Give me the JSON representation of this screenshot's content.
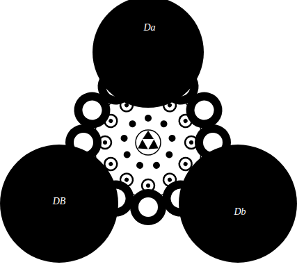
{
  "diagram": {
    "nodes": [
      {
        "text": [
          "Da"
        ]
      },
      {
        "text": [
          "DB"
        ]
      },
      {
        "text": [
          "Db"
        ]
      }
    ]
  }
}
